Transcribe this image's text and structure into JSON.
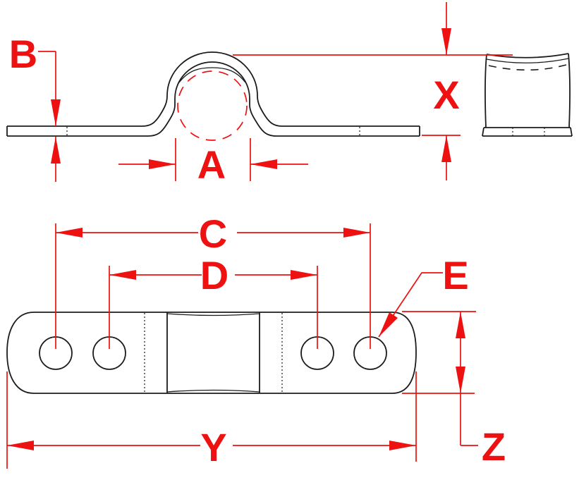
{
  "labels": {
    "A": "A",
    "B": "B",
    "C": "C",
    "D": "D",
    "E": "E",
    "X": "X",
    "Y": "Y",
    "Z": "Z"
  },
  "colors": {
    "dimension": "#ee1111",
    "line": "#1c1c1c",
    "background": "#ffffff"
  }
}
